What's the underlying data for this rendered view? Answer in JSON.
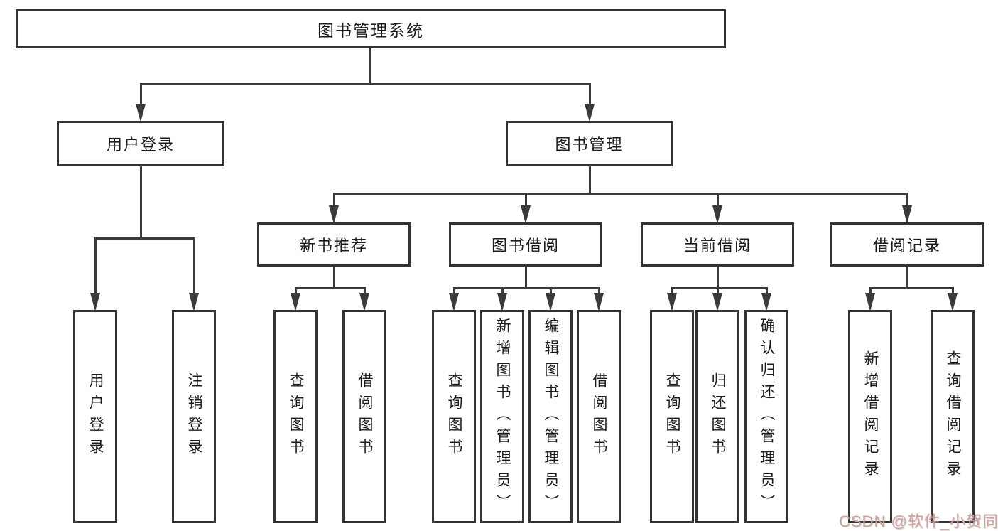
{
  "diagram": {
    "root": {
      "label": "图书管理系统"
    },
    "level2": [
      {
        "label": "用户登录"
      },
      {
        "label": "图书管理"
      }
    ],
    "level3": [
      {
        "label": "新书推荐",
        "parent": "图书管理"
      },
      {
        "label": "图书借阅",
        "parent": "图书管理"
      },
      {
        "label": "当前借阅",
        "parent": "图书管理"
      },
      {
        "label": "借阅记录",
        "parent": "图书管理"
      }
    ],
    "leaves": [
      {
        "label": "用户登录",
        "parent": "用户登录"
      },
      {
        "label": "注销登录",
        "parent": "用户登录"
      },
      {
        "label": "查询图书",
        "parent": "新书推荐"
      },
      {
        "label": "借阅图书",
        "parent": "新书推荐"
      },
      {
        "label": "查询图书",
        "parent": "图书借阅"
      },
      {
        "label": "新增图书（管理员）",
        "parent": "图书借阅"
      },
      {
        "label": "编辑图书（管理员）",
        "parent": "图书借阅"
      },
      {
        "label": "借阅图书",
        "parent": "图书借阅"
      },
      {
        "label": "查询图书",
        "parent": "当前借阅"
      },
      {
        "label": "归还图书",
        "parent": "当前借阅"
      },
      {
        "label": "确认归还（管理员）",
        "parent": "当前借阅"
      },
      {
        "label": "新增借阅记录",
        "parent": "借阅记录"
      },
      {
        "label": "查询借阅记录",
        "parent": "借阅记录"
      }
    ]
  },
  "watermark": {
    "text": "CSDN @软件_小贺同学"
  },
  "colors": {
    "line": "#3a3a3a",
    "border": "#333333",
    "background": "#ffffff",
    "text": "#1c1c1c",
    "watermark": "#d2a09b"
  }
}
